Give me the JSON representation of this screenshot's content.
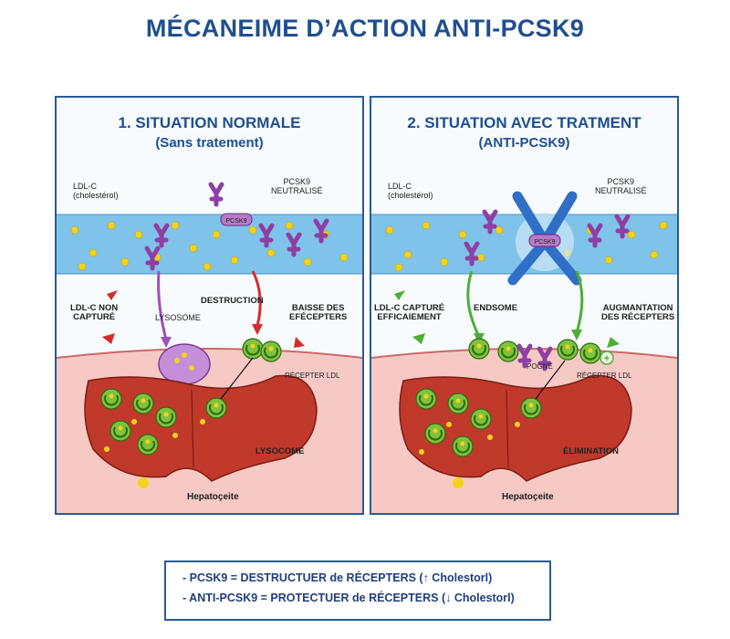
{
  "title": "MÉCANEIME D’ACTION ANTI-PCSK9",
  "panel1": {
    "title": "1. SITUATION NORMALE",
    "subtitle": "(Sans tratement)",
    "ldl_label_1": "LDL-C",
    "ldl_label_2": "(cholestérol)",
    "pcsk9_label_1": "PCSK9",
    "pcsk9_label_2": "NEUTRALISÉ",
    "pcsk9_tag": "PCSK9",
    "not_captured_1": "LDL-C NON",
    "not_captured_2": "CAPTURÉ",
    "lysosome": "LYSOSOME",
    "destruction": "DESTRUCTION",
    "decrease_1": "BAISSE DES",
    "decrease_2": "EFÉCEPTERS",
    "receptor": "RÉCEPTER LDL",
    "lysocome": "LYSOCOME",
    "hepatocyte": "Hepatoçeite"
  },
  "panel2": {
    "title": "2. SITUATION AVEC TRATMENT",
    "subtitle": "(ANTI-PCSK9)",
    "ldl_label_1": "LDL-C",
    "ldl_label_2": "(cholestérol)",
    "pcsk9_label_1": "PCSK9",
    "pcsk9_label_2": "NEUTRALISÉ",
    "pcsk9_tag": "PCSK9",
    "captured_1": "LDL-C CAPTURÉ",
    "captured_2": "EFFICAIEMENT",
    "endosome": "ENDSOME",
    "increase_1": "AUGMANTATION",
    "increase_2": "DES RÉCEPTERS",
    "pogne": "POGNE",
    "receptor": "RÉCEPTER LDL",
    "elimination": "ÉLIMINATION",
    "hepatocyte": "Hepatoçeite"
  },
  "legend": {
    "line1": "- PCSK9 = DESTRUCTUER de RÉCEPTERS (↑ Cholestorl)",
    "line2": "- ANTI-PCSK9 = PROTECTUER de RÉCEPTERS (↓ Cholestorl)"
  },
  "colors": {
    "title_blue": "#1f4f8f",
    "blood": "#7fc3ea",
    "tissue": "#f6c9c4",
    "liver": "#c0392b",
    "ldl": "#f2d31b",
    "pcsk9": "#8e3fa3",
    "receptor": "#7ec23f",
    "antibody": "#2f6fc6",
    "arrow_red": "#d62b2b",
    "arrow_green": "#4caf35"
  }
}
